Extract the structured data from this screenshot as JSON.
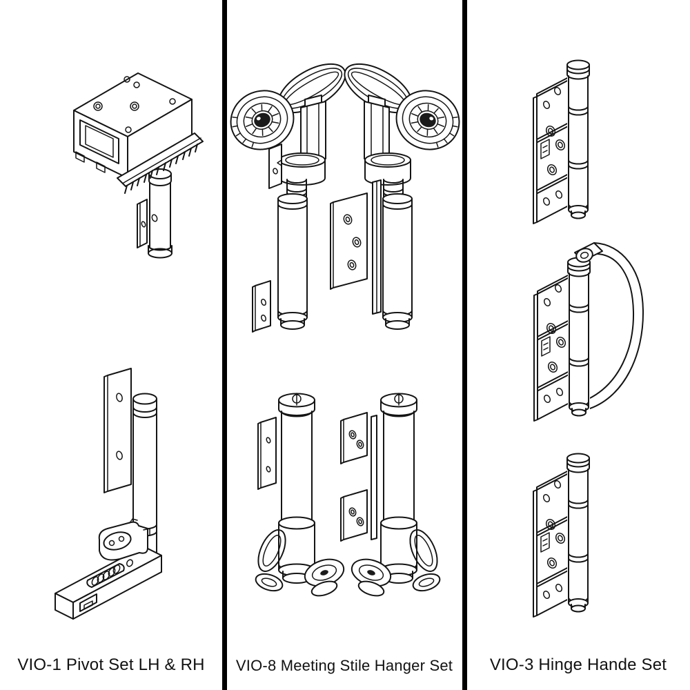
{
  "page": {
    "background": "#ffffff",
    "divider_color": "#000000",
    "line_color": "#141414"
  },
  "columns": [
    {
      "label": "VIO-1 Pivot Set LH & RH",
      "figures": [
        "top-pivot-assembly",
        "bottom-pivot-assembly"
      ]
    },
    {
      "label": "VIO-8 Meeting Stile Hanger Set",
      "figures": [
        "meeting-stile-hanger-pair-top",
        "meeting-stile-hanger-pair-bottom"
      ]
    },
    {
      "label": "VIO-3 Hinge Hande Set",
      "figures": [
        "flag-hinge-top",
        "flag-hinge-with-handle",
        "flag-hinge-bottom"
      ]
    }
  ]
}
